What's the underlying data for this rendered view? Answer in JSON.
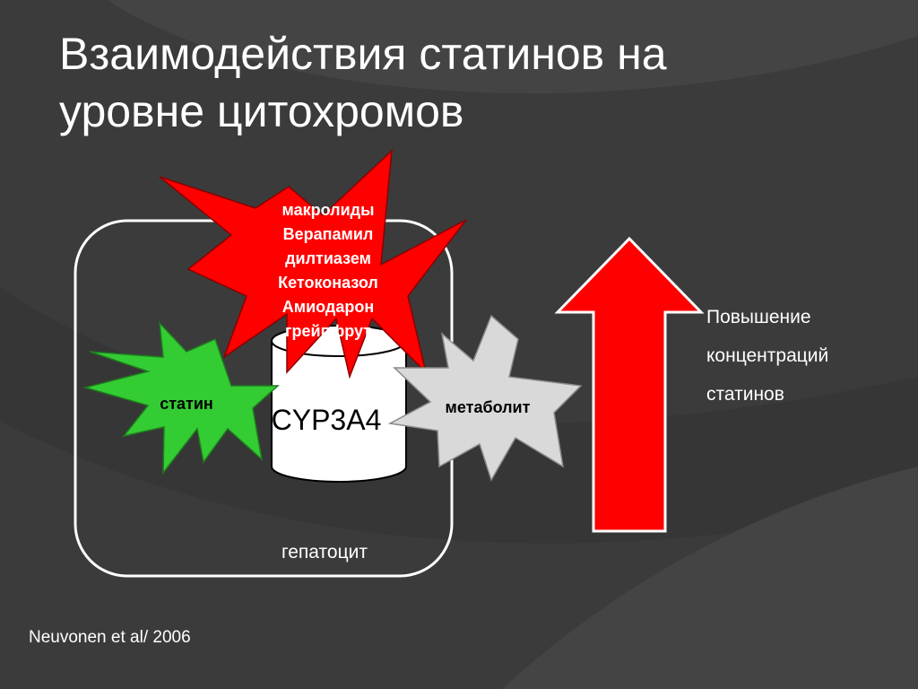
{
  "title": {
    "line1": "Взаимодействия статинов на",
    "line2": "уровне цитохромов"
  },
  "diagram": {
    "hepatocyte_label": "гепатоцит",
    "enzyme_label": "CYP3A4",
    "statin_label": "статин",
    "metabolite_label": "метаболит",
    "inhibitors": [
      "макролиды",
      "Верапамил",
      "дилтиазем",
      "Кетоконазол",
      "Амиодарон",
      "грейпфрут"
    ],
    "effect_lines": [
      "Повышение",
      "концентраций",
      "статинов"
    ]
  },
  "citation": "Neuvonen et al/ 2006",
  "colors": {
    "background": "#3b3b3b",
    "inhibitor_burst": "#ff0000",
    "statin_burst": "#33cc33",
    "metabolite_burst": "#d9d9d9",
    "arrow": "#ff0000",
    "enzyme_cylinder": "#ffffff"
  }
}
